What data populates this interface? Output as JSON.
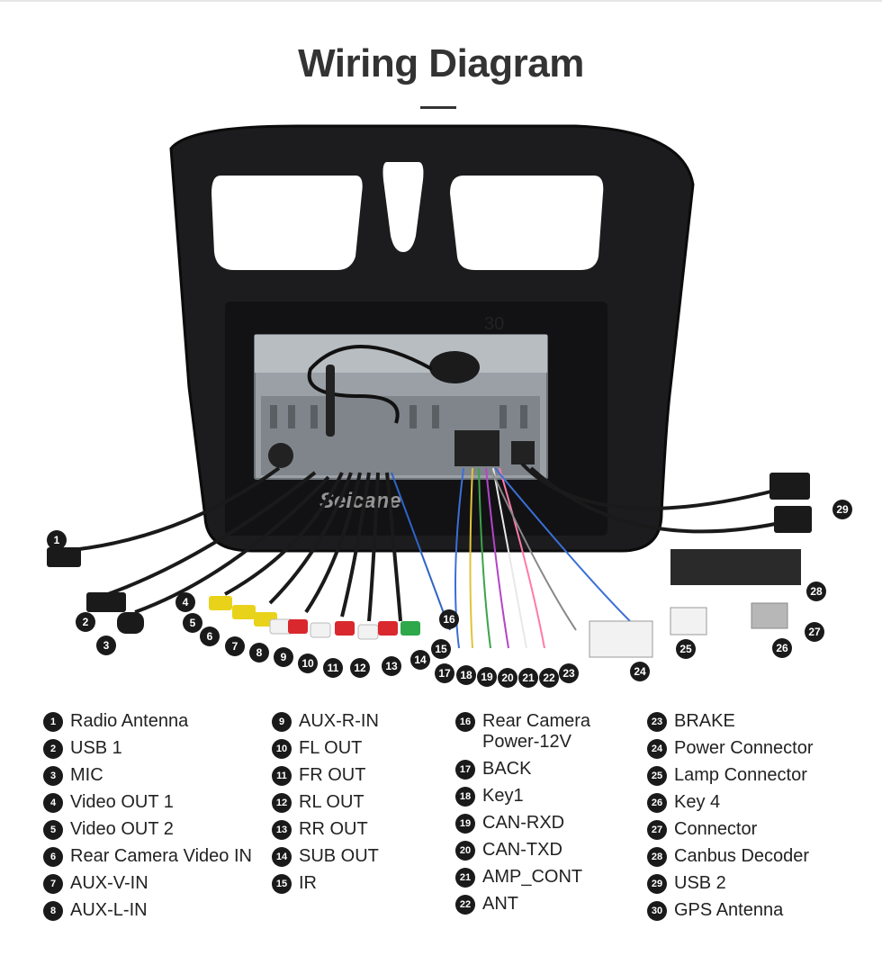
{
  "title": "Wiring Diagram",
  "watermark": "Seicane",
  "diagram_label_30": "30",
  "markers": [
    {
      "n": "1"
    },
    {
      "n": "2"
    },
    {
      "n": "3"
    },
    {
      "n": "4"
    },
    {
      "n": "5"
    },
    {
      "n": "6"
    },
    {
      "n": "7"
    },
    {
      "n": "8"
    },
    {
      "n": "9"
    },
    {
      "n": "10"
    },
    {
      "n": "11"
    },
    {
      "n": "12"
    },
    {
      "n": "13"
    },
    {
      "n": "14"
    },
    {
      "n": "15"
    },
    {
      "n": "16"
    },
    {
      "n": "17"
    },
    {
      "n": "18"
    },
    {
      "n": "19"
    },
    {
      "n": "20"
    },
    {
      "n": "21"
    },
    {
      "n": "22"
    },
    {
      "n": "23"
    },
    {
      "n": "24"
    },
    {
      "n": "25"
    },
    {
      "n": "26"
    },
    {
      "n": "27"
    },
    {
      "n": "28"
    },
    {
      "n": "29"
    }
  ],
  "legend": {
    "col1": [
      {
        "n": "1",
        "label": "Radio Antenna"
      },
      {
        "n": "2",
        "label": "USB 1"
      },
      {
        "n": "3",
        "label": "MIC"
      },
      {
        "n": "4",
        "label": "Video OUT 1"
      },
      {
        "n": "5",
        "label": "Video OUT 2"
      },
      {
        "n": "6",
        "label": "Rear Camera Video IN"
      },
      {
        "n": "7",
        "label": "AUX-V-IN"
      },
      {
        "n": "8",
        "label": "AUX-L-IN"
      }
    ],
    "col2": [
      {
        "n": "9",
        "label": "AUX-R-IN"
      },
      {
        "n": "10",
        "label": "FL OUT"
      },
      {
        "n": "11",
        "label": "FR OUT"
      },
      {
        "n": "12",
        "label": "RL OUT"
      },
      {
        "n": "13",
        "label": "RR OUT"
      },
      {
        "n": "14",
        "label": "SUB OUT"
      },
      {
        "n": "15",
        "label": "IR"
      }
    ],
    "col3": [
      {
        "n": "16",
        "label": "Rear Camera\nPower-12V"
      },
      {
        "n": "17",
        "label": "BACK"
      },
      {
        "n": "18",
        "label": "Key1"
      },
      {
        "n": "19",
        "label": "CAN-RXD"
      },
      {
        "n": "20",
        "label": "CAN-TXD"
      },
      {
        "n": "21",
        "label": "AMP_CONT"
      },
      {
        "n": "22",
        "label": "ANT"
      }
    ],
    "col4": [
      {
        "n": "23",
        "label": "BRAKE"
      },
      {
        "n": "24",
        "label": "Power Connector"
      },
      {
        "n": "25",
        "label": "Lamp Connector"
      },
      {
        "n": "26",
        "label": "Key 4"
      },
      {
        "n": "27",
        "label": "Connector"
      },
      {
        "n": "28",
        "label": "Canbus Decoder"
      },
      {
        "n": "29",
        "label": "USB 2"
      },
      {
        "n": "30",
        "label": "GPS Antenna"
      }
    ]
  }
}
